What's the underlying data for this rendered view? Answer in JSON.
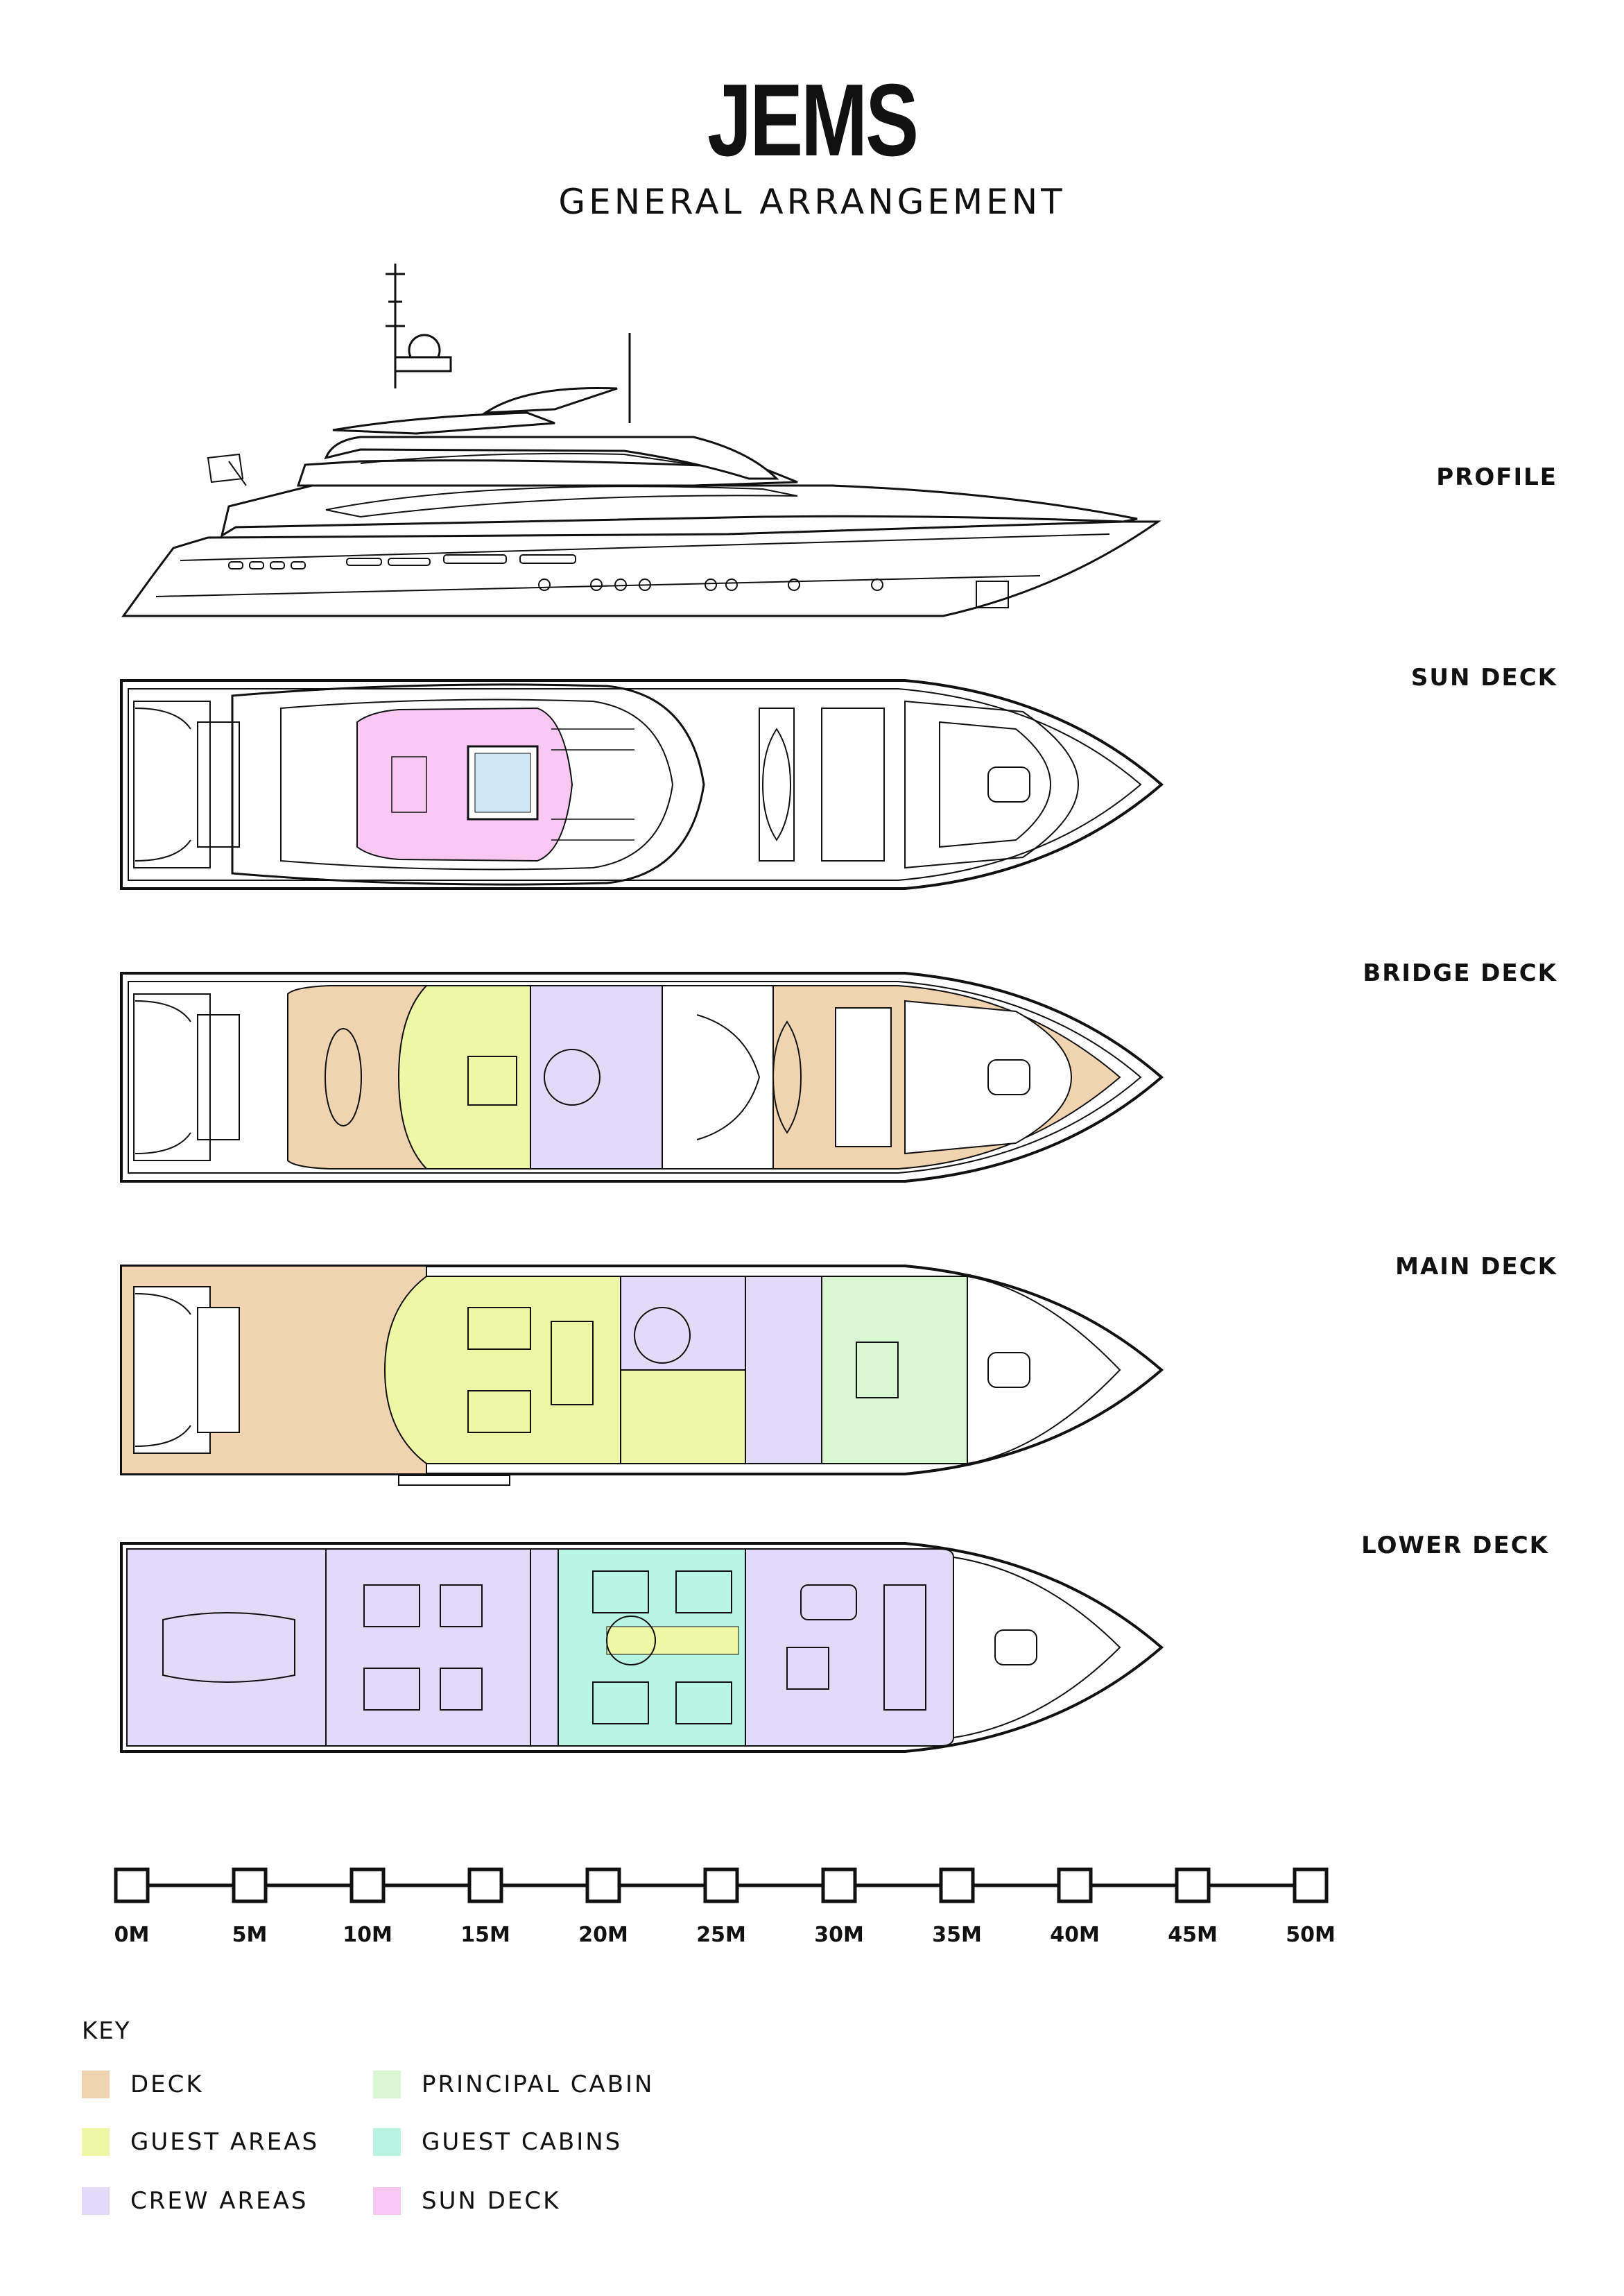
{
  "header": {
    "title": "JEMS",
    "subtitle": "GENERAL ARRANGEMENT"
  },
  "decks": [
    {
      "label": "PROFILE"
    },
    {
      "label": "SUN DECK"
    },
    {
      "label": "BRIDGE DECK"
    },
    {
      "label": "MAIN DECK"
    },
    {
      "label": "LOWER DECK"
    }
  ],
  "scale": {
    "marks": [
      "0M",
      "5M",
      "10M",
      "15M",
      "20M",
      "25M",
      "30M",
      "35M",
      "40M",
      "45M",
      "50M"
    ]
  },
  "key": {
    "title": "KEY",
    "items": [
      {
        "label": "DECK",
        "color": "#f0d3b0"
      },
      {
        "label": "GUEST AREAS",
        "color": "#eef7a6"
      },
      {
        "label": "CREW AREAS",
        "color": "#e2dbf7"
      },
      {
        "label": "PRINCIPAL CABIN",
        "color": "#d8f7d2"
      },
      {
        "label": "GUEST CABINS",
        "color": "#b8f5e2"
      },
      {
        "label": "SUN DECK",
        "color": "#f9c8f2"
      }
    ]
  }
}
